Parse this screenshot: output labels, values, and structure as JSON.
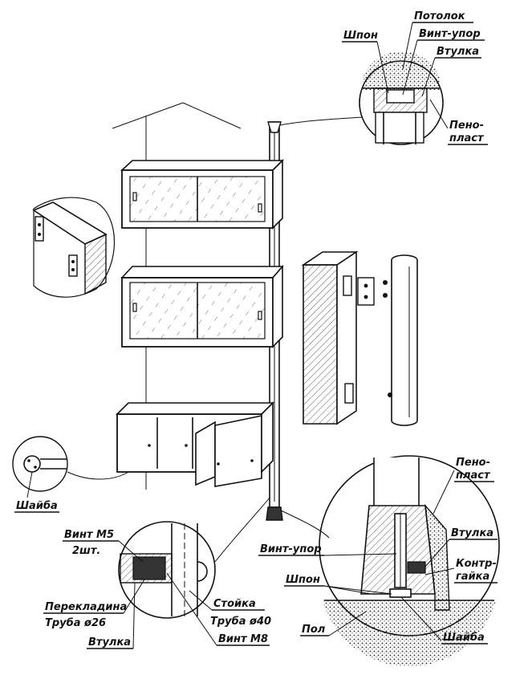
{
  "labels": {
    "ceiling": "Потолок",
    "veneer_top": "Шпон",
    "stop_screw_top": "Винт-упор",
    "sleeve_top": "Втулка",
    "foam_top": "Пено-",
    "foam_top_2": "пласт",
    "washer_left": "Шайба",
    "screw_m5": "Винт М5",
    "screw_m5_qty": "2шт.",
    "crossbar": "Перекладина",
    "crossbar_pipe": "Труба ø26",
    "sleeve_bottom_left": "Втулка",
    "post": "Стойка",
    "post_pipe": "Труба ø40",
    "screw_m8": "Винт М8",
    "foam_bottom": "Пено-",
    "foam_bottom_2": "пласт",
    "sleeve_bottom_right": "Втулка",
    "stop_screw_bottom": "Винт-упор",
    "locknut": "Контр-",
    "locknut_2": "гайка",
    "veneer_bottom": "Шпон",
    "floor": "Пол",
    "washer_bottom": "Шайба"
  }
}
